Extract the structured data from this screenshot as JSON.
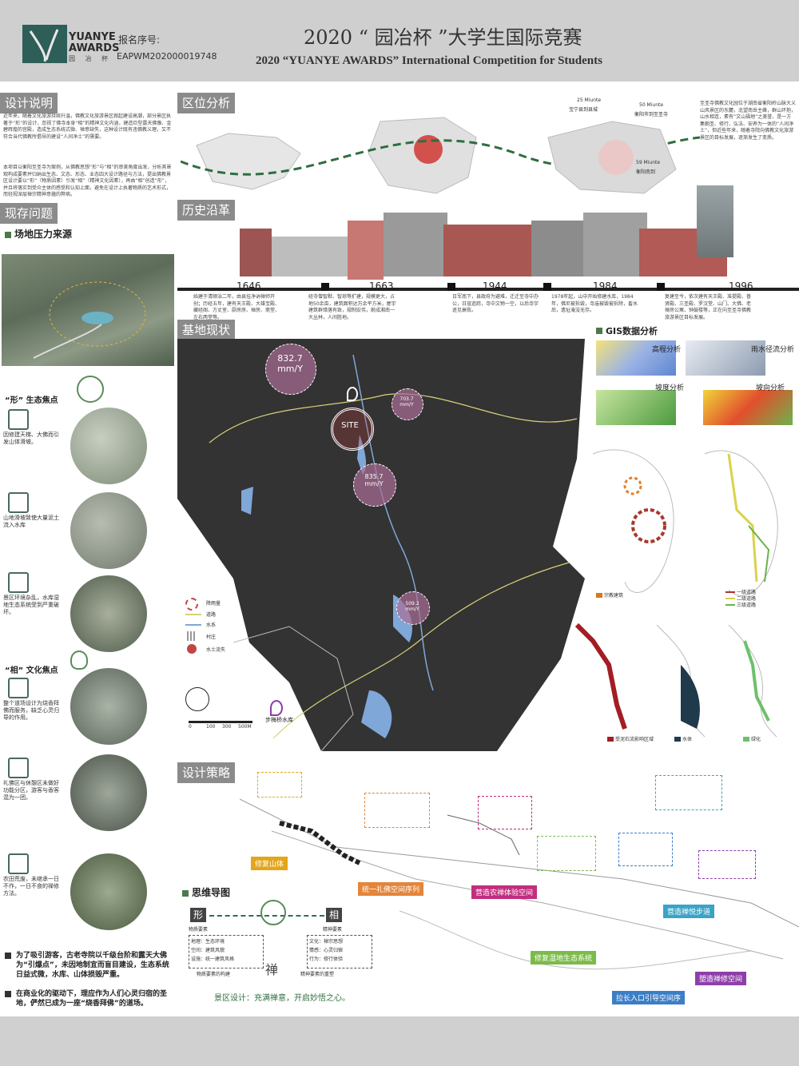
{
  "header": {
    "logo_en": "YUANYE AWARDS",
    "logo_cn": "园 冶 杯",
    "reg_label": "报名序号:",
    "reg_no": "EAPWM202000019748",
    "title_cn": "2020 “ 园冶杯 ”大学生国际竞赛",
    "title_en": "2020 “YUANYE AWARDS” International Competition for  Students"
  },
  "sections": {
    "design": "设计说明",
    "location": "区位分析",
    "problems": "现存问题",
    "history": "历史沿革",
    "site": "基地现状",
    "strategy": "设计策略",
    "mindmap": "思维导图"
  },
  "design_text_1": "近年来，随着文化旅游持续升温，佛教文化旅游景区掀起建设高潮，部分景区执著于“形”的设计，忽视了佛寺本身“相”的精神文化内涵，建造巨型露天佛像、金碧辉煌的宫殿，造成生态系统式微、禅意缺失，这种设计既有违佛教义理，又不符合当代佛教所倡导的建设“人间净土”的需要。",
  "design_text_2": "本项目以衡阳至圣寺为案例，从佛教思想“形”与“相”的审美角度出发，分析其景观构成要素并归纳出生态、文态、形态、业态四大设计路径与方法，提出佛教景区设计要以“形”（物质因素）引发“相”（精神文化因素），再由“相”创造“形”，并且将落实到受众主体的感受和认知上面，避免在设计上执著物质的艺术形式，而轻视深层禅宗精神意蕴的弊病。",
  "location_text": "至圣寺佛教文化园位于湖南省衡阳岭山脉大义山风景区的东麓，北望南岳主峰，群山环抱，山水相连，素有“文山福地”之美誉，是一方集朝圣、修行、弘法、安养为一体的“人间净土”，但近些年来，随着寺院向佛教文化旅游景区的目标发展，逐渐发生了变质。",
  "location_labels": {
    "t1": "25 Miunte",
    "t2": "宝宁县到县城",
    "t3": "50 Miunte",
    "t4": "衡阳市到至圣寺",
    "t5": "59 Miunte",
    "t6": "衡阳南到"
  },
  "problems": {
    "pressure_title": "场地压力来源",
    "xing_title": "“形” 生态焦点",
    "xiang_title": "“相” 文化焦点",
    "items": [
      {
        "text": "因修建天梯、大佛而引发山体滑坡。",
        "icon": "landslide-icon"
      },
      {
        "text": "山地滑坡致使大量泥土流入水库",
        "icon": "mud-flow-icon"
      },
      {
        "text": "景区环境杂乱，水库湿地生态系统受到严重破坏。",
        "icon": "trash-icon"
      },
      {
        "text": "整个道场设计为烧香拜佛而服务，缺乏心灵归导的作用。",
        "icon": "buddha-char-icon"
      },
      {
        "text": "礼佛区与休憩区未做好功能分区，游客与香客混为一团。",
        "icon": "crowd-icon"
      },
      {
        "text": "农田荒废，未继承一日不作，一日不食的禅修方法。",
        "icon": "sprout-icon"
      }
    ],
    "summary": [
      "为了吸引游客，古老寺院以千级台阶和露天大佛为“引爆点”，未因地制宜而盲目建设，生态系统日益式微，水库、山体损毁严重。",
      "在商业化的驱动下，理应作为人们心灵归宿的圣地，俨然已成为一座“烧香拜佛”的道场。"
    ]
  },
  "history": [
    {
      "year": "1646",
      "text": "始建于清顺治二年，由县挂净讷禅师开创；历经五年，建有天王殿、大雄宝殿、藏经阁、方丈室、厨房房、禅房、斋堂、左右两堂等。"
    },
    {
      "year": "1663",
      "text": "经寺僧智默、智琼等扩建，规模更大，占地50余亩，建筑面积达万余平方米，屋宇建筑群错落有致，规制宏伟，蔚成湘南一大丛林，人间胜地。"
    },
    {
      "year": "1944",
      "text": "日军南下，县政府为避难，迁迁至寺中办公，日寇追踪，寺中文物一空，以后寺宇逐见衰败。"
    },
    {
      "year": "1984",
      "text": "1978年起，山中开始修建水库，1984年，佛尼被拆毁，寺庙被毁被拆除，畜水后，遗址淹没无存。"
    },
    {
      "year": "1996",
      "text": "复建至今，依次建有天王殿、准提殿、普贤殿、三圣殿、罗汉堂、山门、大佛、老禅房公寓、钟鼓楼等，正在向至圣寺佛教旅游景区目标发展。"
    }
  ],
  "site": {
    "rain_values": [
      "832.7\nmm/Y",
      "703.7\nmm/Y",
      "835.7\nmm/Y",
      "509.2\nmm/Y"
    ],
    "site_label": "SITE",
    "reservoir": "步梅桥水库",
    "legend": [
      "降雨量",
      "道路",
      "水系",
      "村庄",
      "水土流失"
    ],
    "scale": [
      "0",
      "100",
      "300",
      "500M"
    ]
  },
  "gis": {
    "title": "GIS数据分析",
    "maps": [
      "高程分析",
      "雨水径流分析",
      "坡度分析",
      "坡向分析"
    ],
    "analysis_legends": [
      "宗教建筑",
      "一级道路",
      "二级道路",
      "三级道路",
      "受泥石流影响区域",
      "水体",
      "绿化"
    ]
  },
  "strategies": [
    {
      "label": "修复山体",
      "color": "#e3a61a"
    },
    {
      "label": "统一礼佛空间序列",
      "color": "#e4853a"
    },
    {
      "label": "营造农禅体验空间",
      "color": "#c22e7e"
    },
    {
      "label": "修复湿地生态系统",
      "color": "#7bbb4a"
    },
    {
      "label": "营造禅悦步道",
      "color": "#3aa3c7"
    },
    {
      "label": "拉长入口引导空间序",
      "color": "#3c7ec6"
    },
    {
      "label": "塑造禅修空间",
      "color": "#8e3fa8"
    }
  ],
  "mindmap": {
    "xing": "形",
    "xing_sub": "物质要素",
    "xiang": "相",
    "xiang_sub": "精神要素",
    "left_items": [
      "地理：生态环境",
      "空间：建筑风貌",
      "设施：统一建筑风格"
    ],
    "right_items": [
      "文化：禅宗思想",
      "情感：心灵归宿",
      "行为：修行体验"
    ],
    "left_bottom": "物质要素的构建",
    "right_bottom": "精神要素的重塑",
    "center_char": "禅",
    "caption": "景区设计：充满禅意，开启妙悟之心。"
  },
  "colors": {
    "header": "#cfcfcf",
    "tag": "#8b8b8b",
    "logo": "#2e5e58",
    "map": "#2b2b2b",
    "rain": "#d24b4b"
  }
}
